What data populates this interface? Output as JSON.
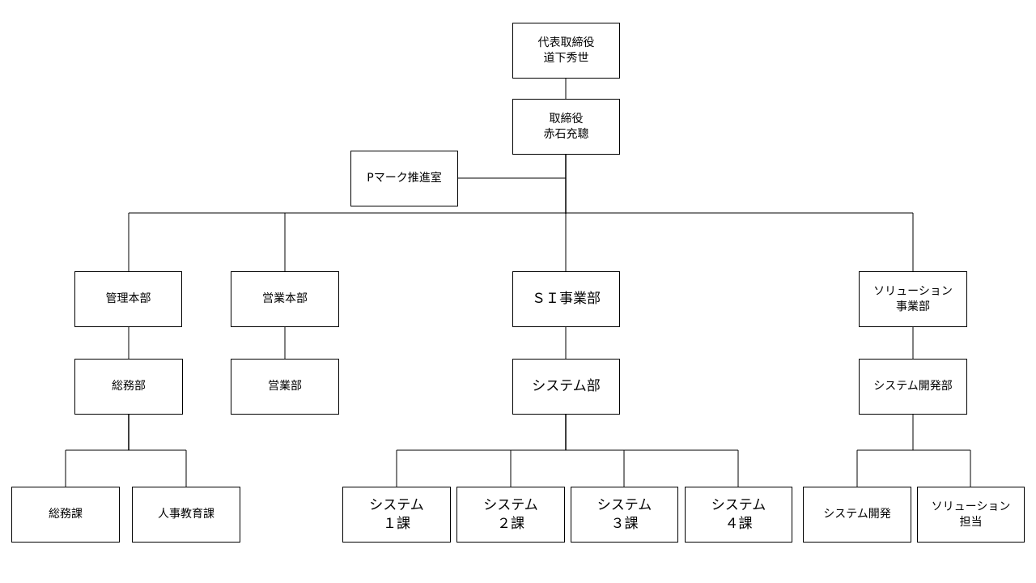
{
  "nodes": {
    "ceo": [
      "代表取締役",
      "道下秀世"
    ],
    "director": [
      "取締役",
      "赤石充聰"
    ],
    "pmark": [
      "Pマーク推進室"
    ],
    "kanri": [
      "管理本部"
    ],
    "eigyo_hq": [
      "営業本部"
    ],
    "si": [
      "ＳＩ事業部"
    ],
    "solution": [
      "ソリューション",
      "事業部"
    ],
    "somu": [
      "総務部"
    ],
    "eigyo": [
      "営業部"
    ],
    "system": [
      "システム部"
    ],
    "sysdev": [
      "システム開発部"
    ],
    "somuka": [
      "総務課"
    ],
    "jinji": [
      "人事教育課"
    ],
    "sys1": [
      "システム",
      "１課"
    ],
    "sys2": [
      "システム",
      "２課"
    ],
    "sys3": [
      "システム",
      "３課"
    ],
    "sys4": [
      "システム",
      "４課"
    ],
    "dev": [
      "システム開発"
    ],
    "soltan": [
      "ソリューション",
      "担当"
    ]
  }
}
